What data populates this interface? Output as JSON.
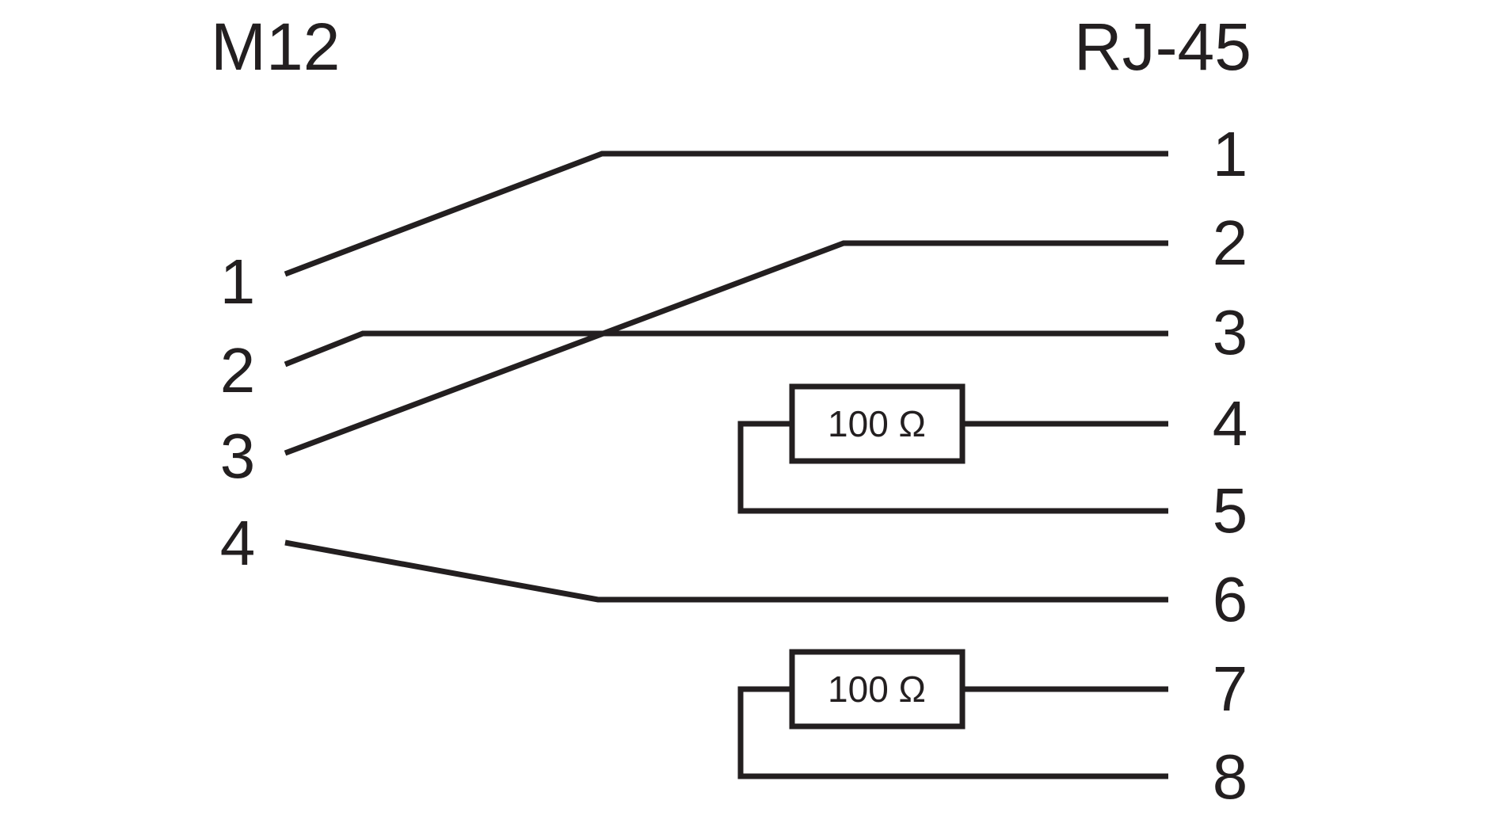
{
  "diagram": {
    "title_left": "M12",
    "title_right": "RJ-45",
    "stroke_color": "#231f20",
    "background_color": "#ffffff",
    "left_connector": {
      "name": "M12",
      "pins": [
        {
          "label": "1"
        },
        {
          "label": "2"
        },
        {
          "label": "3"
        },
        {
          "label": "4"
        }
      ]
    },
    "right_connector": {
      "name": "RJ-45",
      "pins": [
        {
          "label": "1"
        },
        {
          "label": "2"
        },
        {
          "label": "3"
        },
        {
          "label": "4"
        },
        {
          "label": "5"
        },
        {
          "label": "6"
        },
        {
          "label": "7"
        },
        {
          "label": "8"
        }
      ]
    },
    "components": [
      {
        "type": "resistor",
        "label": "100 Ω",
        "connects": "RJ-45 pin 4 and pin 5"
      },
      {
        "type": "resistor",
        "label": "100 Ω",
        "connects": "RJ-45 pin 7 and pin 8"
      }
    ],
    "connections": [
      {
        "from": "M12 1",
        "to": "RJ-45 1"
      },
      {
        "from": "M12 2",
        "to": "RJ-45 3"
      },
      {
        "from": "M12 3",
        "to": "RJ-45 2"
      },
      {
        "from": "M12 4",
        "to": "RJ-45 6"
      }
    ]
  }
}
